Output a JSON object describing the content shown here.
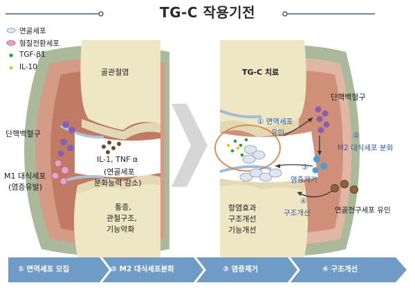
{
  "title": "TG-C 작용기전",
  "legend": {
    "osteo": "연골세포",
    "transformed": "형질전환세포",
    "tgf": "TGF-β1",
    "il10": "IL-10"
  },
  "left": {
    "arthritis": "골관절염",
    "monocyte": "단핵백혈구",
    "m1_line1": "M1 대식세포",
    "m1_line2": "(염증유발)",
    "il_line1": "IL-1, TNF α",
    "il_line2": "(연골세포",
    "il_line3": "분화능력 감소)",
    "pain_line1": "통증,",
    "pain_line2": "관절구조,",
    "pain_line3": "기능악화"
  },
  "right": {
    "treatment": "TG-C 치료",
    "monocyte": "단핵백혈구",
    "step1_line1": "① 면역세포",
    "step1_line2": "유인",
    "step2_line1": "②",
    "step2_line2": "M2 대식세포 분화",
    "step3_line1": "③",
    "step3_line2": "염증제거",
    "step4_line1": "④",
    "step4_line2": "구조개선",
    "progenitor": "연골전구세포 유인",
    "effect_line1": "항염효과",
    "effect_line2": "구조개선",
    "effect_line3": "기능개선"
  },
  "steps": [
    "① 면역세포 모집",
    "② M2 대식세포분화",
    "③ 염증제거",
    "④ 구조개선"
  ],
  "colors": {
    "step_bar": "#6f9bc7",
    "blue_text": "#2d5fa8",
    "capsule": "#8fa77c",
    "synovium": "#c9826d",
    "cartilage": "#f1ead2",
    "bone": "#ece2bb"
  }
}
